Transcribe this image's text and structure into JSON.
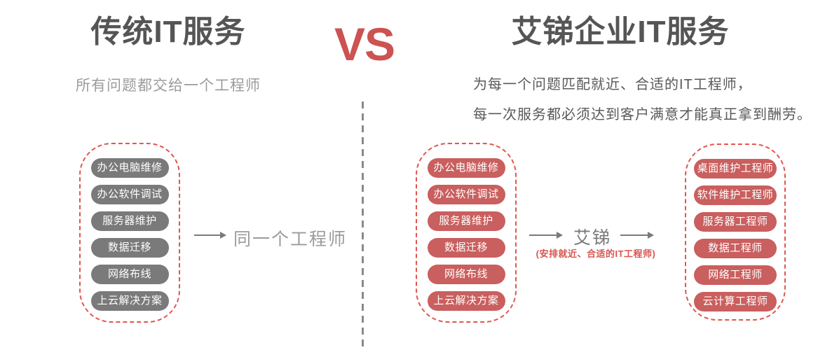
{
  "colors": {
    "accent_red": "#cb5352",
    "pill_red": "#c95f5e",
    "pill_gray": "#7a7a7a",
    "dashed_border_red": "#e0564e",
    "title_dark_gray": "#555555",
    "text_light_gray": "#9b9b9b",
    "note_red": "#d9534f"
  },
  "vs_label": "VS",
  "left": {
    "title": "传统IT服务",
    "subtitle": "所有问题都交给一个工程师",
    "services": [
      "办公电脑维修",
      "办公软件调试",
      "服务器维护",
      "数据迁移",
      "网络布线",
      "上云解决方案"
    ],
    "result_label": "同一个工程师"
  },
  "right": {
    "title": "艾锑企业IT服务",
    "subtitle_line1": "为每一个问题匹配就近、合适的IT工程师，",
    "subtitle_line2": "每一次服务都必须达到客户满意才能真正拿到酬劳。",
    "services": [
      "办公电脑维修",
      "办公软件调试",
      "服务器维护",
      "数据迁移",
      "网络布线",
      "上云解决方案"
    ],
    "broker_label": "艾锑",
    "broker_note": "(安排就近、合适的IT工程师)",
    "engineers": [
      "桌面维护工程师",
      "软件维护工程师",
      "服务器工程师",
      "数据工程师",
      "网络工程师",
      "云计算工程师"
    ]
  }
}
